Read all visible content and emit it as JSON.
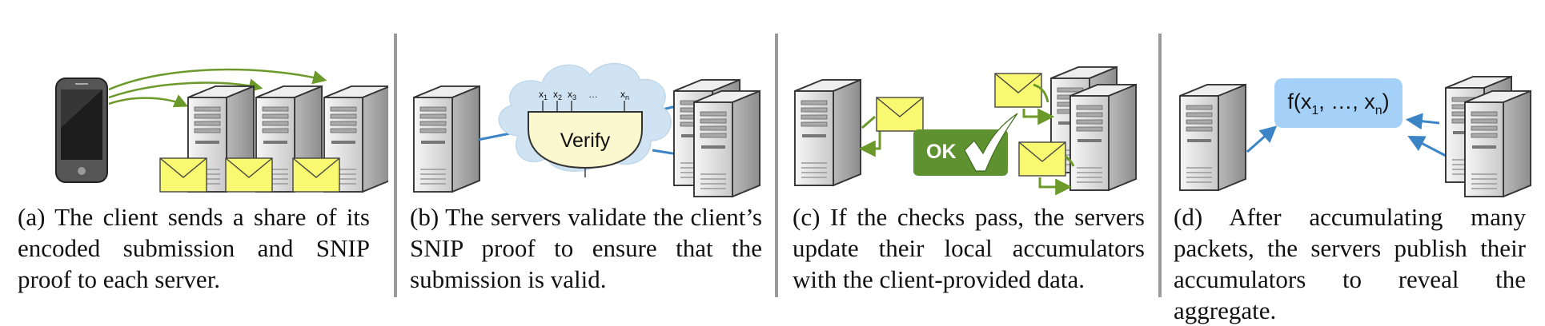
{
  "panels": [
    {
      "id": "a",
      "caption": "(a) The client sends a share of its encoded submission and SNIP proof to each server.",
      "icons": [
        "smartphone-icon",
        "server-icon",
        "envelope-icon"
      ],
      "colors": {
        "arrow": "#6c9a2a",
        "envelope": "#f9f871"
      }
    },
    {
      "id": "b",
      "caption": "(b) The servers validate the client’s SNIP proof to ensure that the submission is valid.",
      "verify_label": "Verify",
      "inputs": [
        "x",
        "x",
        "x",
        "…",
        "x"
      ],
      "input_subscripts": [
        "1",
        "2",
        "3",
        "",
        "n"
      ],
      "icons": [
        "server-icon",
        "cloud-icon",
        "verify-gate-icon"
      ],
      "colors": {
        "cloud": "#cfe3f3",
        "gate": "#fbf7cf",
        "link": "#3b84c6"
      }
    },
    {
      "id": "c",
      "caption": "(c) If the checks pass, the servers update their local accumulators with the client-provided data.",
      "ok_label": "OK",
      "icons": [
        "server-icon",
        "envelope-icon",
        "checkmark-icon"
      ],
      "colors": {
        "ok_badge": "#5e912f",
        "arrow": "#6c9a2a",
        "envelope": "#f9f871"
      }
    },
    {
      "id": "d",
      "caption": "(d) After accumulating many packets, the servers publish their accumulators to reveal the aggregate.",
      "formula": {
        "fn": "f(x",
        "sub1": "1",
        "mid": ", …, x",
        "subn": "n",
        "close": ")"
      },
      "icons": [
        "server-icon",
        "formula-box-icon"
      ],
      "colors": {
        "box": "#a5d1f8",
        "arrow": "#3b84c6"
      }
    }
  ]
}
